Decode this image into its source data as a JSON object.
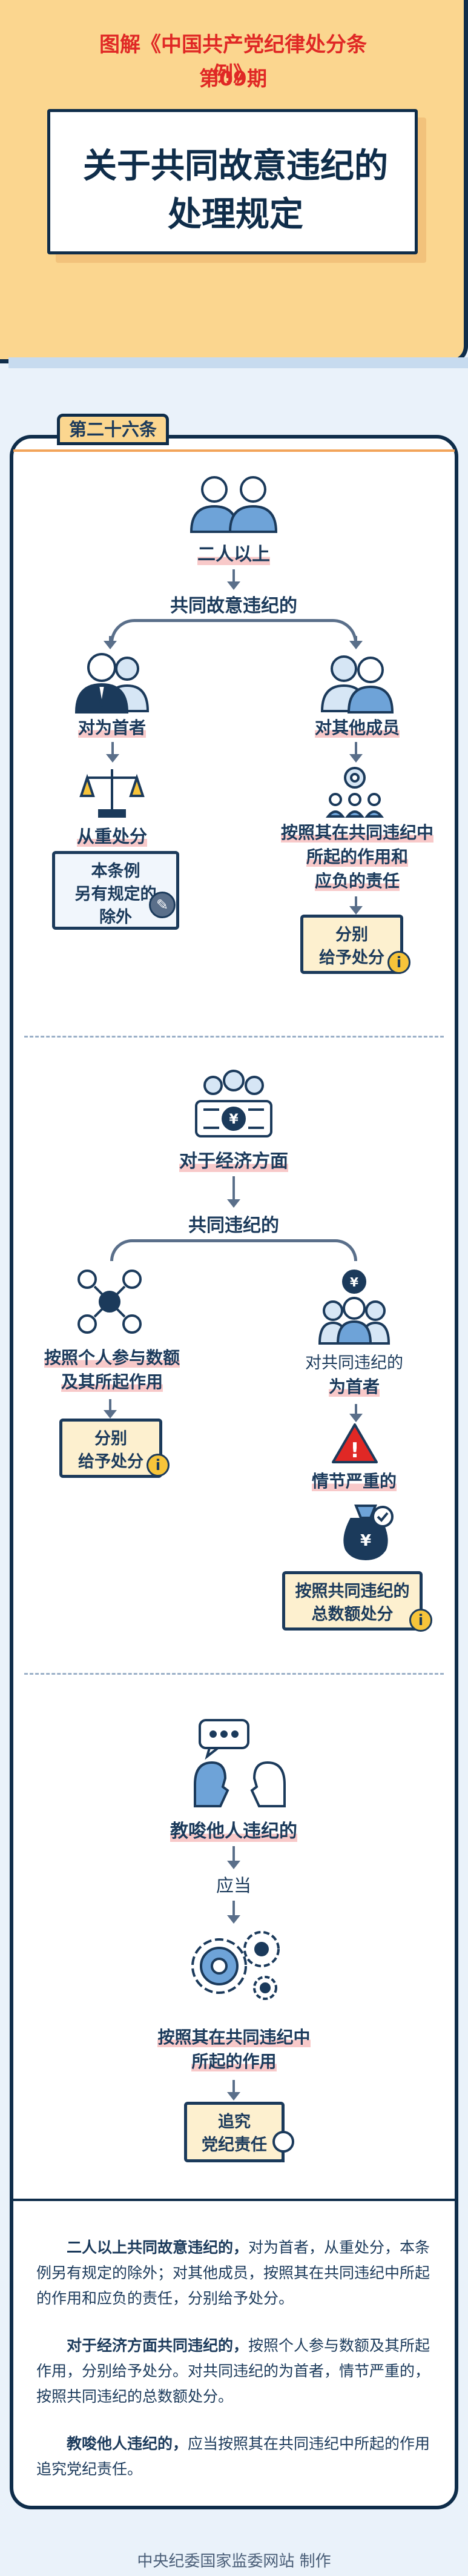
{
  "header": {
    "series": "图解《中国共产党纪律处分条例》",
    "issue": "第09期",
    "title_line1": "关于共同故意违纪的",
    "title_line2": "处理规定"
  },
  "section": {
    "tab": "第二十六条"
  },
  "part1": {
    "top": "二人以上",
    "branch": "共同故意违纪的",
    "left_role": "对为首者",
    "left_result": "从重处分",
    "left_note": [
      "本条例",
      "另有规定的",
      "除外"
    ],
    "right_role": "对其他成员",
    "right_result": [
      "按照其在共同违纪中",
      "所起的作用和",
      "应负的责任"
    ],
    "right_note": [
      "分别",
      "给予处分"
    ]
  },
  "part2": {
    "top": "对于经济方面",
    "branch": "共同违纪的",
    "left_result": [
      "按照个人参与数额",
      "及其所起作用"
    ],
    "left_note": [
      "分别",
      "给予处分"
    ],
    "right_text": "对共同违纪的",
    "right_role": "为首者",
    "right_condition": "情节严重的",
    "right_note": [
      "按照共同违纪的",
      "总数额处分"
    ]
  },
  "part3": {
    "top": "教唆他人违纪的",
    "mid": "应当",
    "result": [
      "按照其在共同违纪中",
      "所起的作用"
    ],
    "note": [
      "追究",
      "党纪责任"
    ]
  },
  "summary": [
    {
      "bold": "二人以上共同故意违纪的，",
      "text": "对为首者，从重处分，本条例另有规定的除外；对其他成员，按照其在共同违纪中所起的作用和应负的责任，分别给予处分。"
    },
    {
      "bold": "对于经济方面共同违纪的，",
      "text": "按照个人参与数额及其所起作用，分别给予处分。对共同违纪的为首者，情节严重的，按照共同违纪的总数额处分。"
    },
    {
      "bold": "教唆他人违纪的，",
      "text": "应当按照其在共同违纪中所起的作用追究党纪责任。"
    }
  ],
  "footer": "中央纪委国家监委网站 制作",
  "icons": {
    "info": "i",
    "yen": "¥",
    "warning": "!"
  }
}
